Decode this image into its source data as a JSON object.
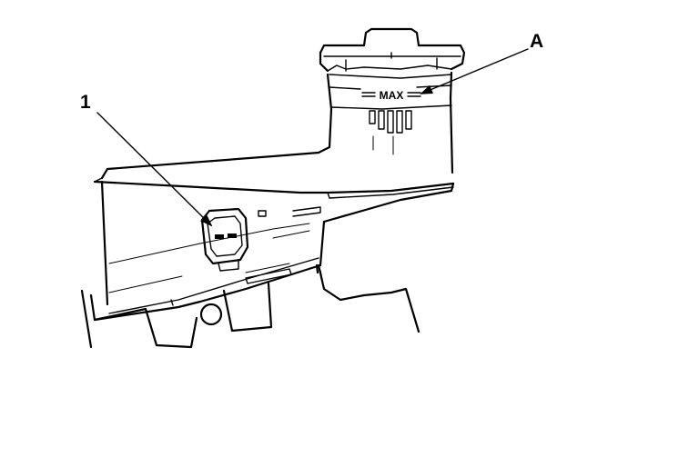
{
  "callouts": {
    "one": "1",
    "a": "A"
  },
  "reservoir": {
    "max_mark": "MAX"
  }
}
